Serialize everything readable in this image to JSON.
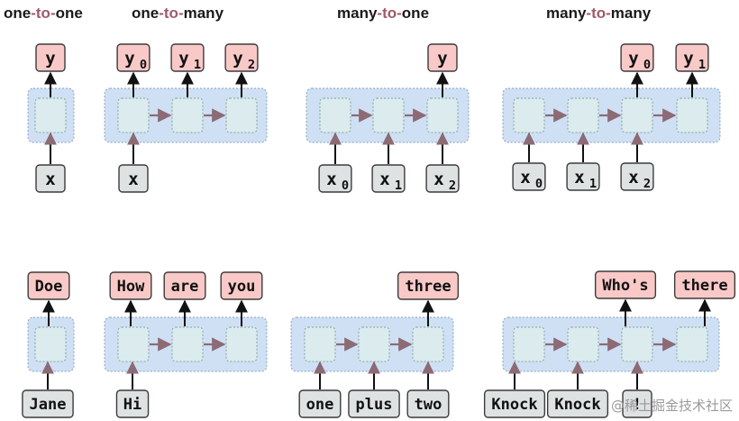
{
  "titles": {
    "one_to_one": {
      "a": "one",
      "b": "-to-",
      "c": "one"
    },
    "one_to_many": {
      "a": "one",
      "b": "-to-",
      "c": "many"
    },
    "many_to_one": {
      "a": "many",
      "b": "-to-",
      "c": "one"
    },
    "many_to_many": {
      "a": "many",
      "b": "-to-",
      "c": "many"
    }
  },
  "top_row": {
    "one_to_one": {
      "inputs": [
        "x"
      ],
      "outputs": [
        "y"
      ]
    },
    "one_to_many": {
      "inputs": [
        "x"
      ],
      "outputs": [
        {
          "base": "y",
          "sub": "0"
        },
        {
          "base": "y",
          "sub": "1"
        },
        {
          "base": "y",
          "sub": "2"
        }
      ]
    },
    "many_to_one": {
      "inputs": [
        {
          "base": "x",
          "sub": "0"
        },
        {
          "base": "x",
          "sub": "1"
        },
        {
          "base": "x",
          "sub": "2"
        }
      ],
      "outputs": [
        "y"
      ]
    },
    "many_to_many": {
      "inputs": [
        {
          "base": "x",
          "sub": "0"
        },
        {
          "base": "x",
          "sub": "1"
        },
        {
          "base": "x",
          "sub": "2"
        }
      ],
      "outputs": [
        {
          "base": "y",
          "sub": "0"
        },
        {
          "base": "y",
          "sub": "1"
        }
      ]
    }
  },
  "bottom_row": {
    "one_to_one": {
      "inputs": [
        "Jane"
      ],
      "outputs": [
        "Doe"
      ]
    },
    "one_to_many": {
      "inputs": [
        "Hi"
      ],
      "outputs": [
        "How",
        "are",
        "you"
      ]
    },
    "many_to_one": {
      "inputs": [
        "one",
        "plus",
        "two"
      ],
      "outputs": [
        "three"
      ]
    },
    "many_to_many": {
      "inputs": [
        "Knock",
        "Knock",
        "!"
      ],
      "outputs": [
        "Who's",
        "there"
      ]
    }
  },
  "watermark": "@稀土掘金技术社区",
  "colors": {
    "output_fill": "#f9c9c8",
    "input_fill": "#dfe2e2",
    "panel_fill": "#cfe0f5",
    "cell_fill": "#dcebee",
    "arrow_dark": "#111111",
    "arrow_link": "#8c6b75"
  }
}
